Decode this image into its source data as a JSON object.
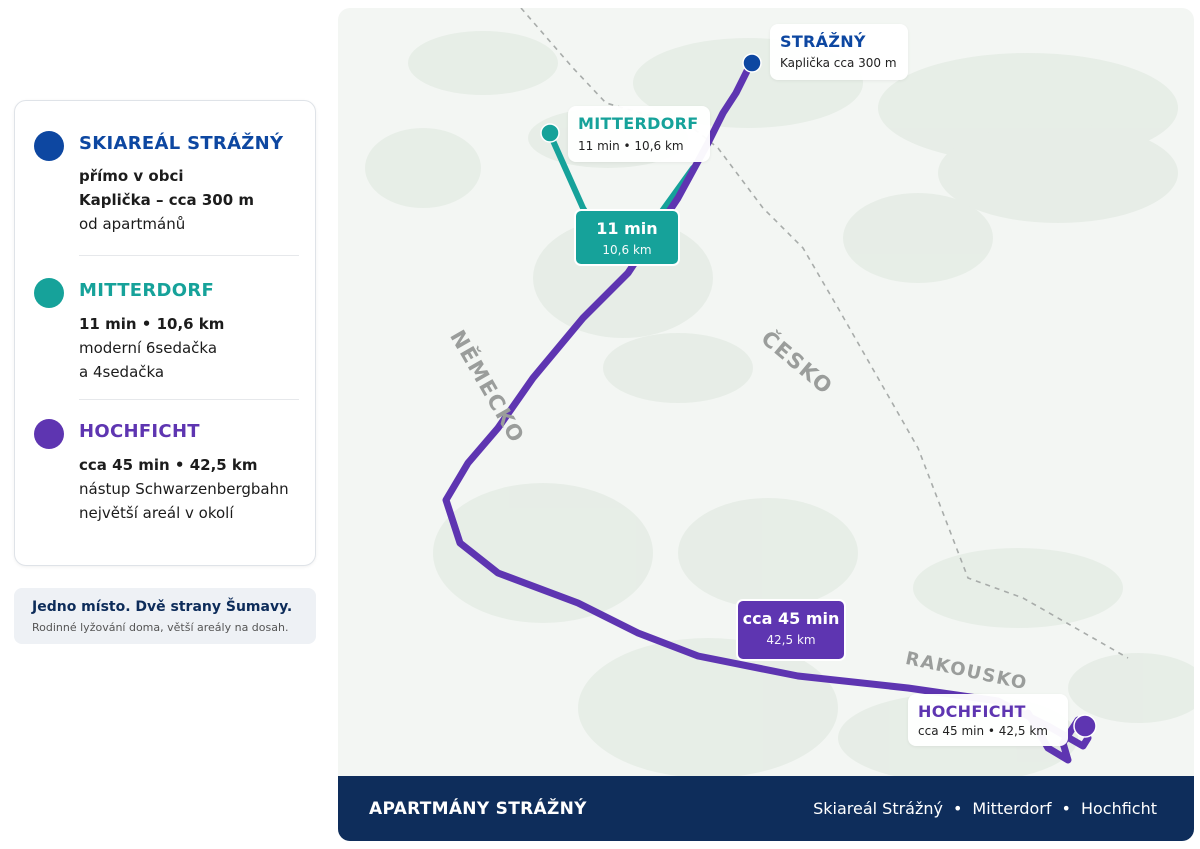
{
  "colors": {
    "strazny": "#0d47a1",
    "mitterdorf": "#16a29a",
    "hochficht": "#5e35b1",
    "navy": "#0e2d5b"
  },
  "legend": {
    "items": [
      {
        "title": "SKIAREÁL STRÁŽNÝ",
        "line1": "přímo v obci",
        "line2": "Kaplička – cca 300 m",
        "line3": "od apartmánů"
      },
      {
        "title": "MITTERDORF",
        "line1": "11 min  •  10,6 km",
        "line2": "moderní 6sedačka",
        "line3": "a 4sedačka"
      },
      {
        "title": "HOCHFICHT",
        "line1": "cca 45 min  •  42,5 km",
        "line2": "nástup Schwarzenbergbahn",
        "line3": "největší areál v okolí"
      }
    ]
  },
  "tagline": {
    "title": "Jedno místo. Dvě strany Šumavy.",
    "subtitle": "Rodinné lyžování doma, větší areály na dosah."
  },
  "map": {
    "countries": {
      "germany": "NĚMECKO",
      "czechia": "ČESKO",
      "austria": "RAKOUSKO"
    },
    "places": {
      "strazny": {
        "name": "STRÁŽNÝ",
        "info": "Kaplička cca 300 m"
      },
      "mitterdorf": {
        "name": "MITTERDORF",
        "info": "11 min  •  10,6 km"
      },
      "hochficht": {
        "name": "HOCHFICHT",
        "info": "cca 45 min  •  42,5 km"
      }
    },
    "badges": {
      "mitterdorf": {
        "main": "11 min",
        "sub": "10,6 km"
      },
      "hochficht": {
        "main": "cca 45 min",
        "sub": "42,5 km"
      }
    }
  },
  "footer": {
    "title": "APARTMÁNY STRÁŽNÝ",
    "links": [
      "Skiareál Strážný",
      "Mitterdorf",
      "Hochficht"
    ]
  }
}
